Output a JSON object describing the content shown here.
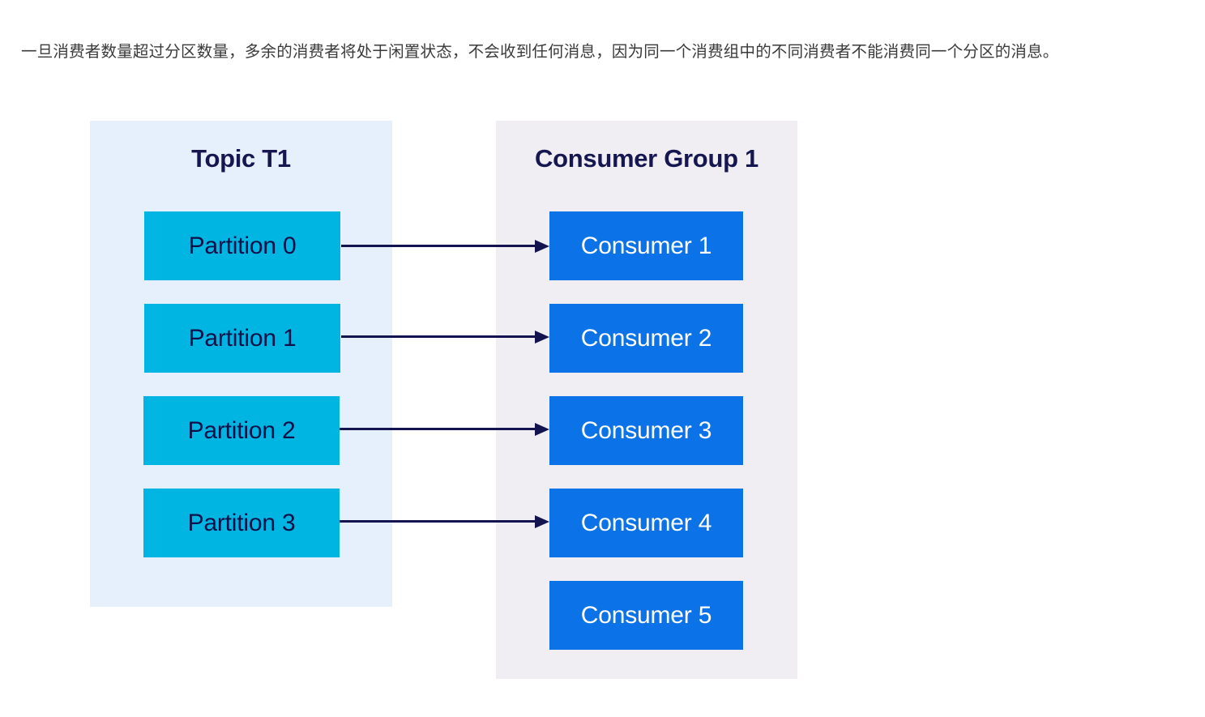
{
  "paragraph": {
    "text": "一旦消费者数量超过分区数量，多余的消费者将处于闲置状态，不会收到任何消息，因为同一个消费组中的不同消费者不能消费同一个分区的消息。"
  },
  "diagram": {
    "type": "kafka-partition-consumer-mapping",
    "colors": {
      "topic_panel_bg": "#e6f0fc",
      "group_panel_bg": "#f0eef2",
      "partition_fill": "#00b5e2",
      "partition_text": "#101048",
      "consumer_fill": "#0b72e7",
      "consumer_text": "#ffffff",
      "title_text": "#161650",
      "arrow": "#13134f"
    },
    "topic_panel": {
      "title": "Topic T1",
      "partitions": [
        {
          "label": "Partition 0"
        },
        {
          "label": "Partition 1"
        },
        {
          "label": "Partition 2"
        },
        {
          "label": "Partition 3"
        }
      ]
    },
    "group_panel": {
      "title": "Consumer Group 1",
      "consumers": [
        {
          "label": "Consumer 1"
        },
        {
          "label": "Consumer 2"
        },
        {
          "label": "Consumer 3"
        },
        {
          "label": "Consumer 4"
        },
        {
          "label": "Consumer 5"
        }
      ]
    },
    "connections": [
      {
        "from": "Partition 0",
        "to": "Consumer 1"
      },
      {
        "from": "Partition 1",
        "to": "Consumer 2"
      },
      {
        "from": "Partition 2",
        "to": "Consumer 3"
      },
      {
        "from": "Partition 3",
        "to": "Consumer 4"
      }
    ],
    "unconnected": [
      "Consumer 5"
    ]
  }
}
